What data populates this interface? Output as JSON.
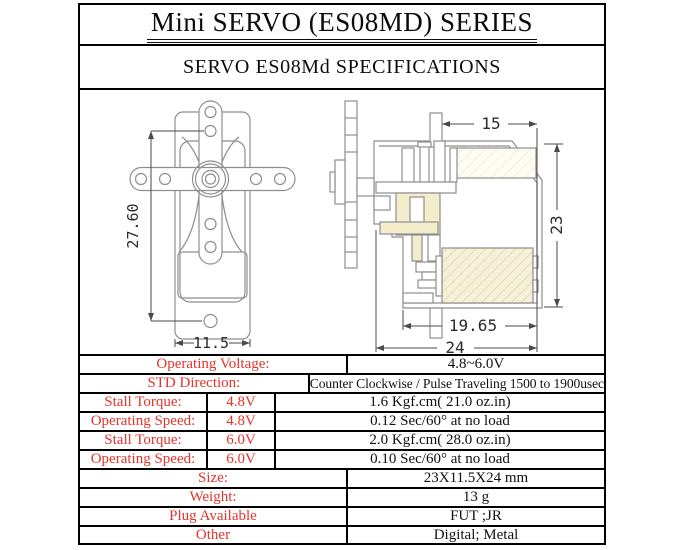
{
  "title": "Mini SERVO (ES08MD) SERIES",
  "subtitle": "SERVO ES08Md  SPECIFICATIONS",
  "drawings": {
    "front_view": {
      "height_dim": "27.60",
      "width_dim": "11.5"
    },
    "side_view": {
      "top_width_dim": "15",
      "height_dim": "23",
      "body_length_dim": "19.65",
      "overall_length_dim": "24"
    }
  },
  "spec_table": {
    "rows": [
      {
        "label": "Operating Voltage:",
        "value": "4.8~6.0V"
      },
      {
        "label": "STD  Direction:",
        "value": "Counter Clockwise / Pulse Traveling 1500 to 1900usec"
      },
      {
        "label": "Stall  Torque:",
        "condition": "4.8V",
        "value": "1.6 Kgf.cm( 21.0 oz.in)"
      },
      {
        "label": "Operating Speed:",
        "condition": "4.8V",
        "value": "0.12 Sec/60° at no load"
      },
      {
        "label": "Stall  Torque:",
        "condition": "6.0V",
        "value": "2.0 Kgf.cm( 28.0 oz.in)"
      },
      {
        "label": "Operating Speed:",
        "condition": "6.0V",
        "value": "0.10 Sec/60° at no load"
      },
      {
        "label": "Size:",
        "value": "23X11.5X24 mm"
      },
      {
        "label": "Weight:",
        "value": "13 g"
      },
      {
        "label": "Plug  Available",
        "value": "FUT ;JR"
      },
      {
        "label": "Other",
        "value": "Digital; Metal"
      }
    ]
  },
  "colors": {
    "label_red": "#e5332a",
    "drawing_gray": "#8e8e8e",
    "hatch_fill": "#f5f0d8",
    "hatch_line": "#d9cda0"
  }
}
